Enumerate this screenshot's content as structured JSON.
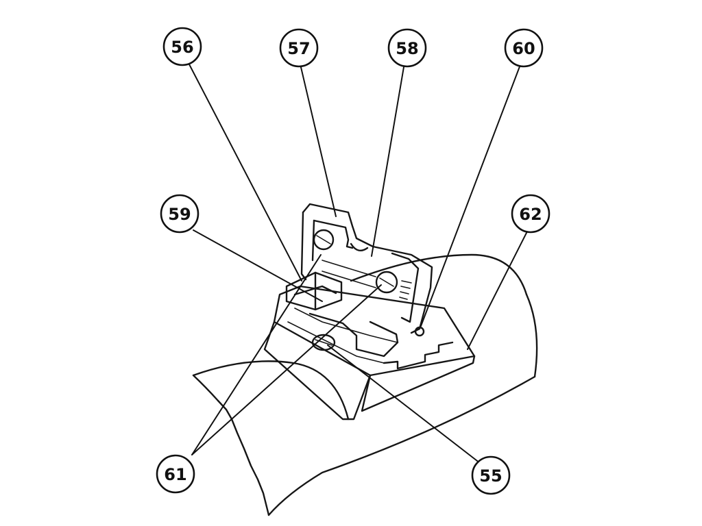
{
  "callouts": [
    {
      "id": "c56",
      "label": "56"
    },
    {
      "id": "c57",
      "label": "57"
    },
    {
      "id": "c58",
      "label": "58"
    },
    {
      "id": "c60",
      "label": "60"
    },
    {
      "id": "c59",
      "label": "59"
    },
    {
      "id": "c62",
      "label": "62"
    },
    {
      "id": "c61",
      "label": "61"
    },
    {
      "id": "c55",
      "label": "55"
    }
  ],
  "colors": {
    "ink": "#161616",
    "paper": "#ffffff"
  }
}
